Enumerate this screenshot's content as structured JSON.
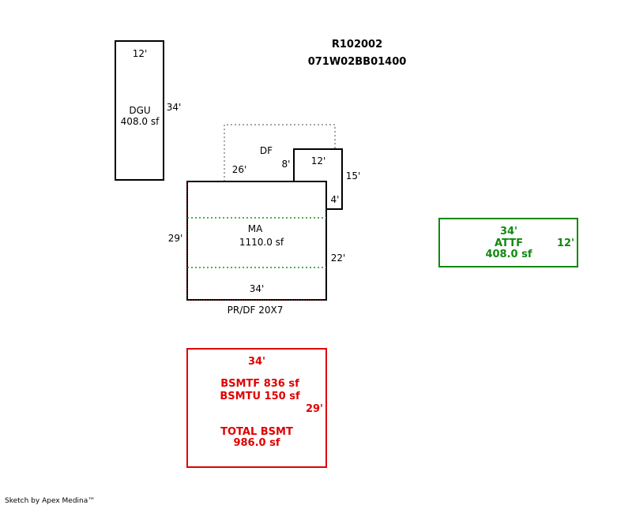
{
  "header": {
    "account": "R102002",
    "map_number": "071W02BB01400"
  },
  "colors": {
    "outline": "#000000",
    "basement": "#e00000",
    "attached": "#118811",
    "dotted_gray": "#888888",
    "dotted_red": "#e00000",
    "dotted_green": "#119911"
  },
  "dgu": {
    "top_dim": "12'",
    "side_dim": "34'",
    "code": "DGU",
    "area": "408.0 sf"
  },
  "deck": {
    "code": "DF",
    "left_dim": "26'",
    "step_dim": "8'",
    "top_dim": "12'",
    "right_dim": "15'",
    "small_dim": "4'"
  },
  "main": {
    "code": "MA",
    "area": "1110.0 sf",
    "left_dim": "29'",
    "right_dim": "22'",
    "bottom_dim": "34'",
    "porch_label": "PR/DF 20X7"
  },
  "attached": {
    "top_dim": "34'",
    "code": "ATTF",
    "area": "408.0 sf",
    "side_dim": "12'"
  },
  "basement": {
    "top_dim": "34'",
    "finished": "BSMTF 836 sf",
    "unfinished": "BSMTU 150 sf",
    "side_dim": "29'",
    "total_label": "TOTAL BSMT",
    "total_area": "986.0 sf"
  },
  "footer": {
    "credit": "Sketch by Apex Medina™"
  }
}
